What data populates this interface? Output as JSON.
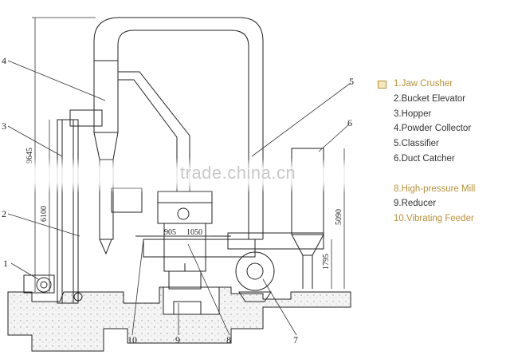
{
  "diagram": {
    "part_numbers": [
      "1",
      "2",
      "3",
      "4",
      "5",
      "6",
      "7",
      "8",
      "9",
      "10"
    ],
    "dimensions": {
      "total_height": "9645",
      "column_height": "6100",
      "hopper_height": "5090",
      "hopper_lower": "1795",
      "width_a": "905",
      "width_b": "1050"
    }
  },
  "legend": {
    "items": [
      {
        "label": "1.Jaw Crusher",
        "highlight": true
      },
      {
        "label": "2.Bucket Elevator",
        "highlight": false
      },
      {
        "label": "3.Hopper",
        "highlight": false
      },
      {
        "label": "4.Powder Collector",
        "highlight": false
      },
      {
        "label": "5.Classifier",
        "highlight": false
      },
      {
        "label": "6.Duct Catcher",
        "highlight": false
      },
      {
        "label": "",
        "highlight": false
      },
      {
        "label": "8.High-pressure Mill",
        "highlight": true
      },
      {
        "label": "9.Reducer",
        "highlight": false
      },
      {
        "label": "10.Vibrating Feeder",
        "highlight": true
      }
    ]
  },
  "watermark": "trade.china.cn"
}
